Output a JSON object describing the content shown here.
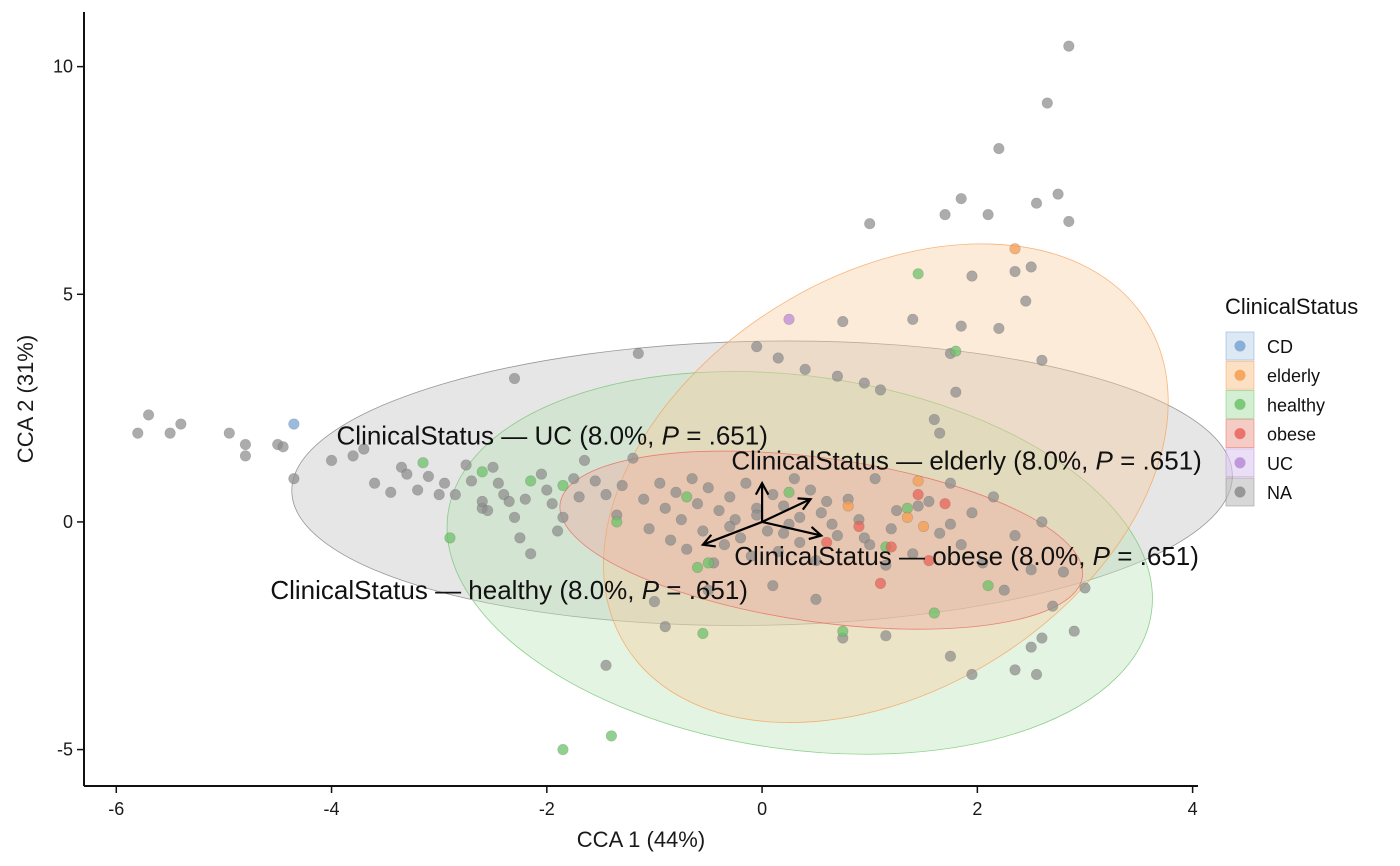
{
  "chart_data": {
    "type": "scatter",
    "xlabel": "CCA 1 (44%)",
    "ylabel": "CCA 2 (31%)",
    "xlim": [
      -6.3,
      4.05
    ],
    "ylim": [
      -5.8,
      11.2
    ],
    "xticks": [
      -6,
      -4,
      -2,
      0,
      2,
      4
    ],
    "yticks": [
      -5,
      0,
      5,
      10
    ],
    "grid": false,
    "legend": {
      "title": "ClinicalStatus",
      "placement": "right",
      "entries": [
        "CD",
        "elderly",
        "healthy",
        "obese",
        "UC",
        "NA"
      ]
    },
    "colors": {
      "CD": "#7BA3D1",
      "elderly": "#F59E52",
      "healthy": "#6CC26A",
      "obese": "#E8645A",
      "UC": "#B98BD5",
      "NA": "#8C8C8C"
    },
    "ellipses": [
      {
        "group": "NA",
        "cx": 0.0,
        "cy": 0.85,
        "rx": 4.37,
        "ry": 3.12,
        "angle": -1,
        "fill": "#BDBDBD",
        "stroke": "#7a7a7a"
      },
      {
        "group": "healthy",
        "cx": 0.35,
        "cy": -0.9,
        "rx": 3.3,
        "ry": 4.1,
        "angle": 8,
        "fill": "#B6E2B4",
        "stroke": "#6CC26A"
      },
      {
        "group": "elderly",
        "cx": 1.15,
        "cy": 0.85,
        "rx": 2.85,
        "ry": 4.55,
        "angle": -32,
        "fill": "#F9CB9C",
        "stroke": "#F59E52"
      },
      {
        "group": "obese",
        "cx": 0.55,
        "cy": -0.4,
        "rx": 2.45,
        "ry": 1.8,
        "angle": 8,
        "fill": "#EFA89F",
        "stroke": "#E8645A"
      }
    ],
    "points": {
      "NA": [
        [
          -5.8,
          1.95
        ],
        [
          -5.7,
          2.35
        ],
        [
          -5.5,
          1.95
        ],
        [
          -5.4,
          2.15
        ],
        [
          -4.95,
          1.95
        ],
        [
          -4.8,
          1.7
        ],
        [
          -4.8,
          1.45
        ],
        [
          -4.5,
          1.7
        ],
        [
          -4.45,
          1.65
        ],
        [
          -4.35,
          0.95
        ],
        [
          -4.0,
          1.35
        ],
        [
          -3.8,
          1.45
        ],
        [
          -3.7,
          1.6
        ],
        [
          -3.6,
          0.85
        ],
        [
          -3.45,
          0.65
        ],
        [
          -3.35,
          1.2
        ],
        [
          -3.3,
          1.05
        ],
        [
          -3.1,
          1.0
        ],
        [
          -2.95,
          0.85
        ],
        [
          -2.85,
          0.6
        ],
        [
          -2.75,
          1.25
        ],
        [
          -2.7,
          0.9
        ],
        [
          -2.6,
          0.3
        ],
        [
          -2.55,
          0.25
        ],
        [
          -2.5,
          1.2
        ],
        [
          -2.45,
          0.85
        ],
        [
          -2.4,
          0.6
        ],
        [
          -2.35,
          0.45
        ],
        [
          -2.3,
          0.1
        ],
        [
          -2.2,
          0.5
        ],
        [
          -2.05,
          1.05
        ],
        [
          -2.0,
          0.7
        ],
        [
          -1.95,
          0.4
        ],
        [
          -1.85,
          0.1
        ],
        [
          -1.75,
          0.95
        ],
        [
          -1.7,
          0.55
        ],
        [
          -1.65,
          1.35
        ],
        [
          -1.55,
          0.9
        ],
        [
          -1.45,
          0.6
        ],
        [
          -1.35,
          0.15
        ],
        [
          -1.3,
          0.8
        ],
        [
          -1.2,
          1.4
        ],
        [
          -1.1,
          0.5
        ],
        [
          -1.05,
          -0.15
        ],
        [
          -0.95,
          0.85
        ],
        [
          -0.9,
          0.3
        ],
        [
          -0.85,
          -0.4
        ],
        [
          -0.8,
          0.65
        ],
        [
          -0.75,
          0.05
        ],
        [
          -0.7,
          -0.6
        ],
        [
          -0.65,
          0.95
        ],
        [
          -0.6,
          0.4
        ],
        [
          -0.55,
          -0.2
        ],
        [
          -0.5,
          0.75
        ],
        [
          -0.45,
          -0.9
        ],
        [
          -0.4,
          0.25
        ],
        [
          -0.35,
          -0.5
        ],
        [
          -0.3,
          0.55
        ],
        [
          -0.25,
          0.05
        ],
        [
          -0.2,
          -0.35
        ],
        [
          -0.15,
          0.85
        ],
        [
          -0.1,
          -0.75
        ],
        [
          -0.05,
          0.3
        ],
        [
          0.05,
          -0.2
        ],
        [
          0.1,
          0.6
        ],
        [
          0.15,
          -0.65
        ],
        [
          0.2,
          0.35
        ],
        [
          0.25,
          -0.05
        ],
        [
          0.3,
          0.95
        ],
        [
          0.35,
          -0.45
        ],
        [
          0.45,
          0.7
        ],
        [
          0.5,
          -0.85
        ],
        [
          0.55,
          0.2
        ],
        [
          0.6,
          0.45
        ],
        [
          0.7,
          -0.3
        ],
        [
          0.8,
          0.5
        ],
        [
          0.9,
          0.05
        ],
        [
          1.0,
          -0.5
        ],
        [
          1.05,
          0.95
        ],
        [
          1.15,
          -0.95
        ],
        [
          1.25,
          0.25
        ],
        [
          1.4,
          -0.7
        ],
        [
          1.55,
          0.45
        ],
        [
          1.65,
          -0.25
        ],
        [
          1.75,
          0.85
        ],
        [
          1.85,
          -0.5
        ],
        [
          1.95,
          0.2
        ],
        [
          2.05,
          -0.9
        ],
        [
          2.15,
          0.55
        ],
        [
          2.25,
          -1.5
        ],
        [
          2.35,
          -0.3
        ],
        [
          2.5,
          -1.05
        ],
        [
          2.6,
          0.0
        ],
        [
          2.7,
          -1.85
        ],
        [
          2.8,
          -1.1
        ],
        [
          2.9,
          -2.4
        ],
        [
          3.0,
          -1.45
        ],
        [
          2.6,
          -2.55
        ],
        [
          2.5,
          -2.75
        ],
        [
          2.55,
          -3.35
        ],
        [
          2.35,
          -3.25
        ],
        [
          1.95,
          -3.35
        ],
        [
          1.75,
          -2.95
        ],
        [
          0.75,
          -2.55
        ],
        [
          1.15,
          -2.5
        ],
        [
          -0.9,
          -2.3
        ],
        [
          -1.45,
          -3.15
        ],
        [
          -1.0,
          -1.75
        ],
        [
          -0.5,
          -1.5
        ],
        [
          0.5,
          -1.7
        ],
        [
          0.1,
          -1.4
        ],
        [
          -2.3,
          3.15
        ],
        [
          -1.15,
          3.7
        ],
        [
          -0.05,
          3.85
        ],
        [
          0.15,
          3.6
        ],
        [
          0.4,
          3.35
        ],
        [
          0.7,
          3.2
        ],
        [
          0.95,
          3.05
        ],
        [
          1.1,
          2.9
        ],
        [
          1.6,
          2.25
        ],
        [
          1.65,
          1.95
        ],
        [
          1.75,
          3.7
        ],
        [
          1.8,
          2.85
        ],
        [
          1.85,
          4.3
        ],
        [
          2.2,
          4.25
        ],
        [
          2.35,
          5.5
        ],
        [
          2.45,
          4.85
        ],
        [
          2.5,
          5.6
        ],
        [
          2.6,
          3.55
        ],
        [
          1.95,
          5.4
        ],
        [
          1.4,
          4.45
        ],
        [
          0.75,
          4.4
        ],
        [
          1.0,
          6.55
        ],
        [
          1.7,
          6.75
        ],
        [
          1.85,
          7.1
        ],
        [
          2.1,
          6.75
        ],
        [
          2.2,
          8.2
        ],
        [
          2.55,
          7.0
        ],
        [
          2.65,
          9.2
        ],
        [
          2.75,
          7.2
        ],
        [
          2.85,
          6.6
        ],
        [
          2.85,
          10.45
        ],
        [
          0.65,
          -0.05
        ],
        [
          0.95,
          -0.35
        ],
        [
          1.2,
          -0.15
        ],
        [
          0.35,
          0.1
        ],
        [
          -0.05,
          0.15
        ],
        [
          0.2,
          -0.25
        ],
        [
          -0.3,
          -0.1
        ],
        [
          1.45,
          0.35
        ],
        [
          1.75,
          -0.05
        ],
        [
          -1.9,
          -0.2
        ],
        [
          -2.15,
          -0.7
        ],
        [
          -2.25,
          -0.35
        ],
        [
          -2.6,
          0.45
        ],
        [
          -3.2,
          0.7
        ],
        [
          -3.0,
          0.6
        ]
      ],
      "healthy": [
        [
          -3.15,
          1.3
        ],
        [
          -2.6,
          1.1
        ],
        [
          -2.9,
          -0.35
        ],
        [
          -2.15,
          0.9
        ],
        [
          -1.85,
          0.8
        ],
        [
          -1.35,
          0.0
        ],
        [
          -0.7,
          0.55
        ],
        [
          -0.6,
          -1.0
        ],
        [
          -0.55,
          -2.45
        ],
        [
          0.75,
          -2.4
        ],
        [
          1.15,
          -0.55
        ],
        [
          1.35,
          0.3
        ],
        [
          1.45,
          5.45
        ],
        [
          1.8,
          3.75
        ],
        [
          1.6,
          -2.0
        ],
        [
          2.1,
          -1.4
        ],
        [
          -1.85,
          -5.0
        ],
        [
          -1.4,
          -4.7
        ],
        [
          -0.5,
          -0.9
        ],
        [
          0.25,
          0.65
        ]
      ],
      "elderly": [
        [
          2.35,
          6.0
        ],
        [
          1.45,
          0.9
        ],
        [
          1.35,
          0.1
        ],
        [
          0.8,
          0.35
        ],
        [
          1.5,
          -0.1
        ]
      ],
      "obese": [
        [
          0.9,
          -0.1
        ],
        [
          1.1,
          -1.35
        ],
        [
          1.55,
          -0.85
        ],
        [
          1.7,
          0.4
        ],
        [
          1.45,
          0.6
        ],
        [
          0.6,
          -0.45
        ],
        [
          1.2,
          -0.55
        ]
      ],
      "CD": [
        [
          -4.35,
          2.15
        ]
      ],
      "UC": [
        [
          0.25,
          4.45
        ]
      ]
    },
    "arrows": [
      {
        "x": 0.0,
        "y": 0.85
      },
      {
        "x": 0.45,
        "y": 0.5
      },
      {
        "x": 0.55,
        "y": -0.3
      },
      {
        "x": -0.55,
        "y": -0.5
      }
    ],
    "annotations": [
      {
        "group": "UC",
        "pre": "ClinicalStatus — UC (8.0%, ",
        "post": " = .651)",
        "x": -1.95,
        "y": 1.9
      },
      {
        "group": "elderly",
        "pre": "ClinicalStatus — elderly (8.0%, ",
        "post": " = .651)",
        "x": 1.9,
        "y": 1.35
      },
      {
        "group": "obese",
        "pre": "ClinicalStatus — obese (8.0%, ",
        "post": " = .651)",
        "x": 1.9,
        "y": -0.75
      },
      {
        "group": "healthy",
        "pre": "ClinicalStatus — healthy (8.0%, ",
        "post": " = .651)",
        "x": -2.35,
        "y": -1.5
      }
    ],
    "p_symbol": "P"
  }
}
